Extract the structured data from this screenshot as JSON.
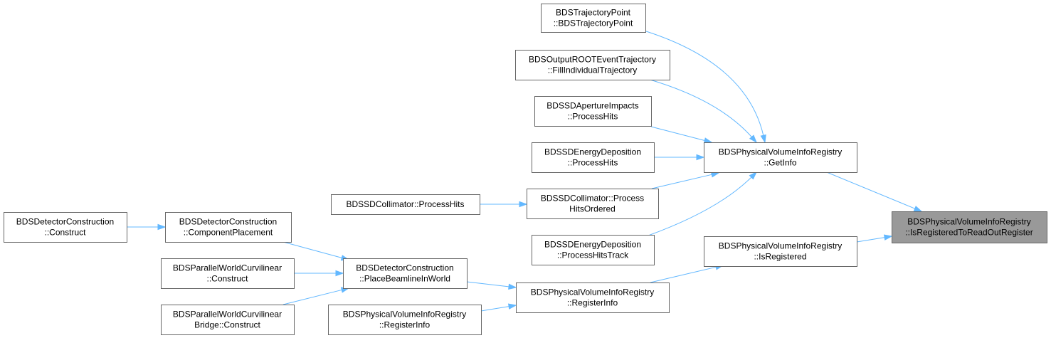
{
  "colors": {
    "edge": "#63b8ff",
    "node_border": "#666666",
    "focus_fill": "#999999",
    "node_fill": "#ffffff"
  },
  "nodes": [
    {
      "id": "is_registered_to_readout",
      "lines": [
        "BDSPhysicalVolumeInfoRegistry",
        "::IsRegisteredToReadOutRegister"
      ],
      "focus": true
    },
    {
      "id": "get_info",
      "lines": [
        "BDSPhysicalVolumeInfoRegistry",
        "::GetInfo"
      ]
    },
    {
      "id": "is_registered",
      "lines": [
        "BDSPhysicalVolumeInfoRegistry",
        "::IsRegistered"
      ]
    },
    {
      "id": "trajectory_point",
      "lines": [
        "BDSTrajectoryPoint",
        "::BDSTrajectoryPoint"
      ]
    },
    {
      "id": "fill_individual_trajectory",
      "lines": [
        "BDSOutputROOTEventTrajectory",
        "::FillIndividualTrajectory"
      ]
    },
    {
      "id": "aperture_process_hits",
      "lines": [
        "BDSSDApertureImpacts",
        "::ProcessHits"
      ]
    },
    {
      "id": "energy_process_hits",
      "lines": [
        "BDSSDEnergyDeposition",
        "::ProcessHits"
      ]
    },
    {
      "id": "collimator_hits_ordered",
      "lines": [
        "BDSSDCollimator::Process",
        "HitsOrdered"
      ]
    },
    {
      "id": "energy_process_hits_track",
      "lines": [
        "BDSSDEnergyDeposition",
        "::ProcessHitsTrack"
      ]
    },
    {
      "id": "collimator_process_hits",
      "lines": [
        "BDSSDCollimator::ProcessHits"
      ]
    },
    {
      "id": "register_info_mid",
      "lines": [
        "BDSPhysicalVolumeInfoRegistry",
        "::RegisterInfo"
      ]
    },
    {
      "id": "place_beamline",
      "lines": [
        "BDSDetectorConstruction",
        "::PlaceBeamlineInWorld"
      ]
    },
    {
      "id": "register_info_left",
      "lines": [
        "BDSPhysicalVolumeInfoRegistry",
        "::RegisterInfo"
      ]
    },
    {
      "id": "component_placement",
      "lines": [
        "BDSDetectorConstruction",
        "::ComponentPlacement"
      ]
    },
    {
      "id": "curvilinear_construct",
      "lines": [
        "BDSParallelWorldCurvilinear",
        "::Construct"
      ]
    },
    {
      "id": "curvilinear_bridge_construct",
      "lines": [
        "BDSParallelWorldCurvilinear",
        "Bridge::Construct"
      ]
    },
    {
      "id": "detector_construct",
      "lines": [
        "BDSDetectorConstruction",
        "::Construct"
      ]
    }
  ]
}
